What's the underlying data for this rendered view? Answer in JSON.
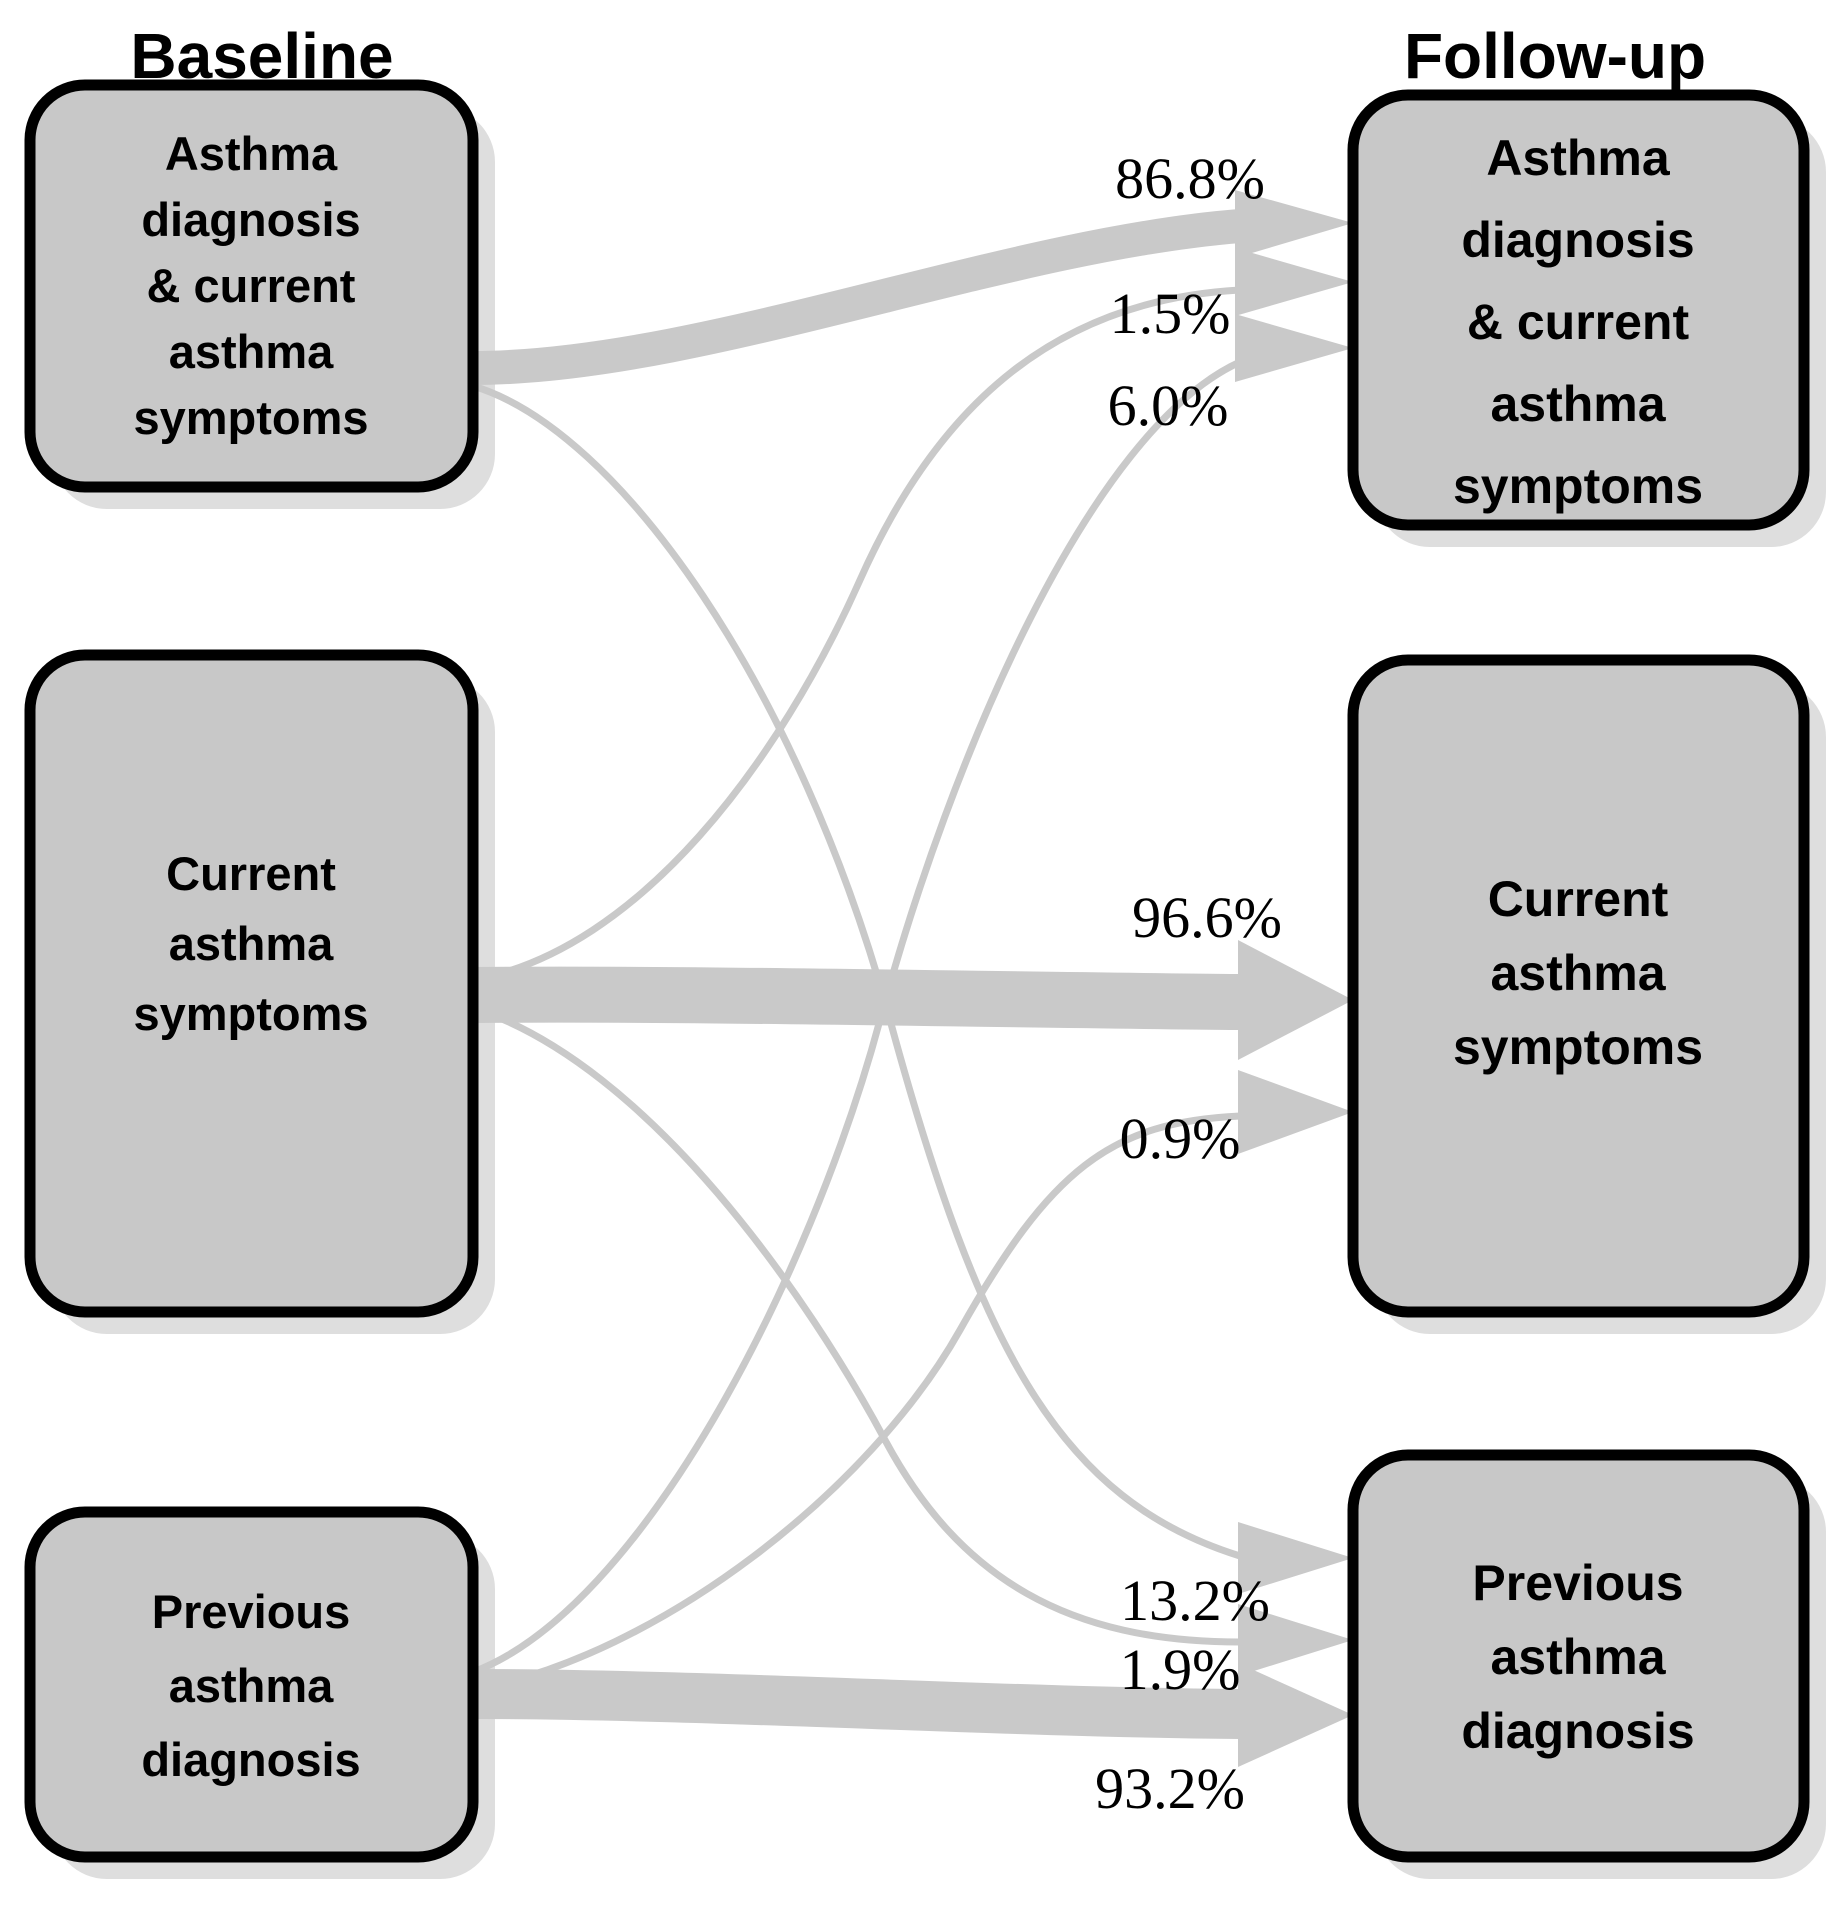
{
  "headers": {
    "left": "Baseline",
    "right": "Follow-up"
  },
  "boxes": {
    "baseline_dx_sym": {
      "lines": [
        "Asthma",
        "diagnosis",
        "& current",
        "asthma",
        "symptoms"
      ]
    },
    "baseline_sym": {
      "lines": [
        "Current",
        "asthma",
        "symptoms"
      ]
    },
    "baseline_dx": {
      "lines": [
        "Previous",
        "asthma",
        "diagnosis"
      ]
    },
    "followup_dx_sym": {
      "lines": [
        "Asthma",
        "diagnosis",
        "& current",
        "asthma",
        "symptoms"
      ]
    },
    "followup_sym": {
      "lines": [
        "Current",
        "asthma",
        "symptoms"
      ]
    },
    "followup_dx": {
      "lines": [
        "Previous",
        "asthma",
        "diagnosis"
      ]
    }
  },
  "flows": [
    {
      "from": "Asthma diagnosis & current asthma symptoms",
      "to": "Asthma diagnosis & current asthma symptoms",
      "label": "86.8%",
      "value": 86.8,
      "weight": "thick"
    },
    {
      "from": "Current asthma symptoms",
      "to": "Asthma diagnosis & current asthma symptoms",
      "label": "1.5%",
      "value": 1.5,
      "weight": "thin"
    },
    {
      "from": "Previous asthma diagnosis",
      "to": "Asthma diagnosis & current asthma symptoms",
      "label": "6.0%",
      "value": 6.0,
      "weight": "thin"
    },
    {
      "from": "Current asthma symptoms",
      "to": "Current asthma symptoms",
      "label": "96.6%",
      "value": 96.6,
      "weight": "thick"
    },
    {
      "from": "Previous asthma diagnosis",
      "to": "Current asthma symptoms",
      "label": "0.9%",
      "value": 0.9,
      "weight": "thin"
    },
    {
      "from": "Asthma diagnosis & current asthma symptoms",
      "to": "Previous asthma diagnosis",
      "label": "13.2%",
      "value": 13.2,
      "weight": "thin"
    },
    {
      "from": "Current asthma symptoms",
      "to": "Previous asthma diagnosis",
      "label": "1.9%",
      "value": 1.9,
      "weight": "thin"
    },
    {
      "from": "Previous asthma diagnosis",
      "to": "Previous asthma diagnosis",
      "label": "93.2%",
      "value": 93.2,
      "weight": "thick"
    }
  ],
  "colors": {
    "box_fill": "#c8c8c8",
    "box_border": "#000000",
    "shadow": "#dedede",
    "arrow": "#c9c9c9",
    "text": "#000000",
    "background": "#ffffff"
  }
}
